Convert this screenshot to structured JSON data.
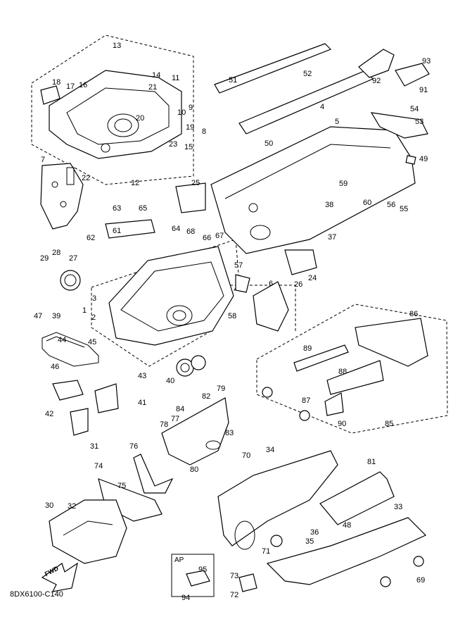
{
  "diagram_code": "8DX6100-C140",
  "fwd_label": "FWD",
  "ap_label": "AP",
  "callouts": [
    "1",
    "2",
    "3",
    "4",
    "5",
    "6",
    "7",
    "8",
    "9",
    "10",
    "11",
    "12",
    "13",
    "14",
    "15",
    "16",
    "17",
    "18",
    "19",
    "20",
    "21",
    "22",
    "23",
    "24",
    "25",
    "26",
    "27",
    "28",
    "29",
    "30",
    "31",
    "32",
    "33",
    "34",
    "35",
    "36",
    "37",
    "38",
    "39",
    "40",
    "41",
    "42",
    "43",
    "44",
    "45",
    "46",
    "47",
    "48",
    "49",
    "50",
    "51",
    "52",
    "53",
    "54",
    "55",
    "56",
    "57",
    "58",
    "59",
    "60",
    "61",
    "62",
    "63",
    "64",
    "65",
    "66",
    "67",
    "68",
    "69",
    "70",
    "71",
    "72",
    "73",
    "74",
    "75",
    "76",
    "77",
    "78",
    "79",
    "80",
    "81",
    "82",
    "83",
    "84",
    "85",
    "86",
    "87",
    "88",
    "89",
    "90",
    "91",
    "92",
    "93",
    "94",
    "95"
  ]
}
